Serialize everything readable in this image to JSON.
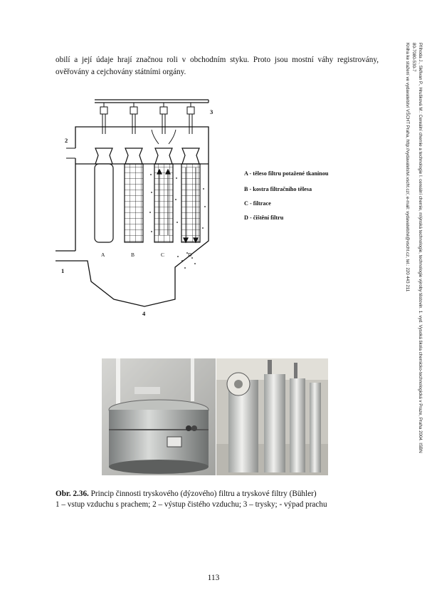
{
  "body": {
    "intro_text": "obilí a její údaje hrají značnou roli v obchodním styku. Proto jsou mostní váhy registrovány, ověřovány a cejchovány státními orgány."
  },
  "diagram": {
    "numbers": {
      "n1": "1",
      "n2": "2",
      "n3": "3",
      "n4": "4"
    },
    "letters": {
      "a": "A",
      "b": "B",
      "c": "C",
      "d": "D"
    },
    "legend": [
      "A - těleso filtru potažené tkaninou",
      "B - kostra filtračního tělesa",
      "C - filtrace",
      "D - čištění filtru"
    ]
  },
  "caption": {
    "figure_label": "Obr. 2.36.",
    "figure_title": " Princip činnosti tryskového (dýzového) filtru a tryskové filtry (Bühler)",
    "legend_line": "1 – vstup vzduchu s prachem;  2 – výstup čistého vzduchu;  3 – trysky;  - výpad prachu"
  },
  "sidebar": {
    "line1": "Příhoda J., Skřivan P., Hrušková M.: Cereální chemie a technologie I. cereální chemie, mlýnská technologie, technologie výroby těstovin. 1. vyd. Vysoká škola chemicko-technologická v Praze, Praha 2004. ISBN",
    "line2": "80-7080-530-7",
    "line3": "Kniha ke stažení ve vydavatelství VŠCHT Praha, http://vydavatelstvi.vscht.cz/, e-mail: vydavatelstvi@vscht.cz, tel.: 220 443 211"
  },
  "footer": {
    "page_number": "113"
  }
}
